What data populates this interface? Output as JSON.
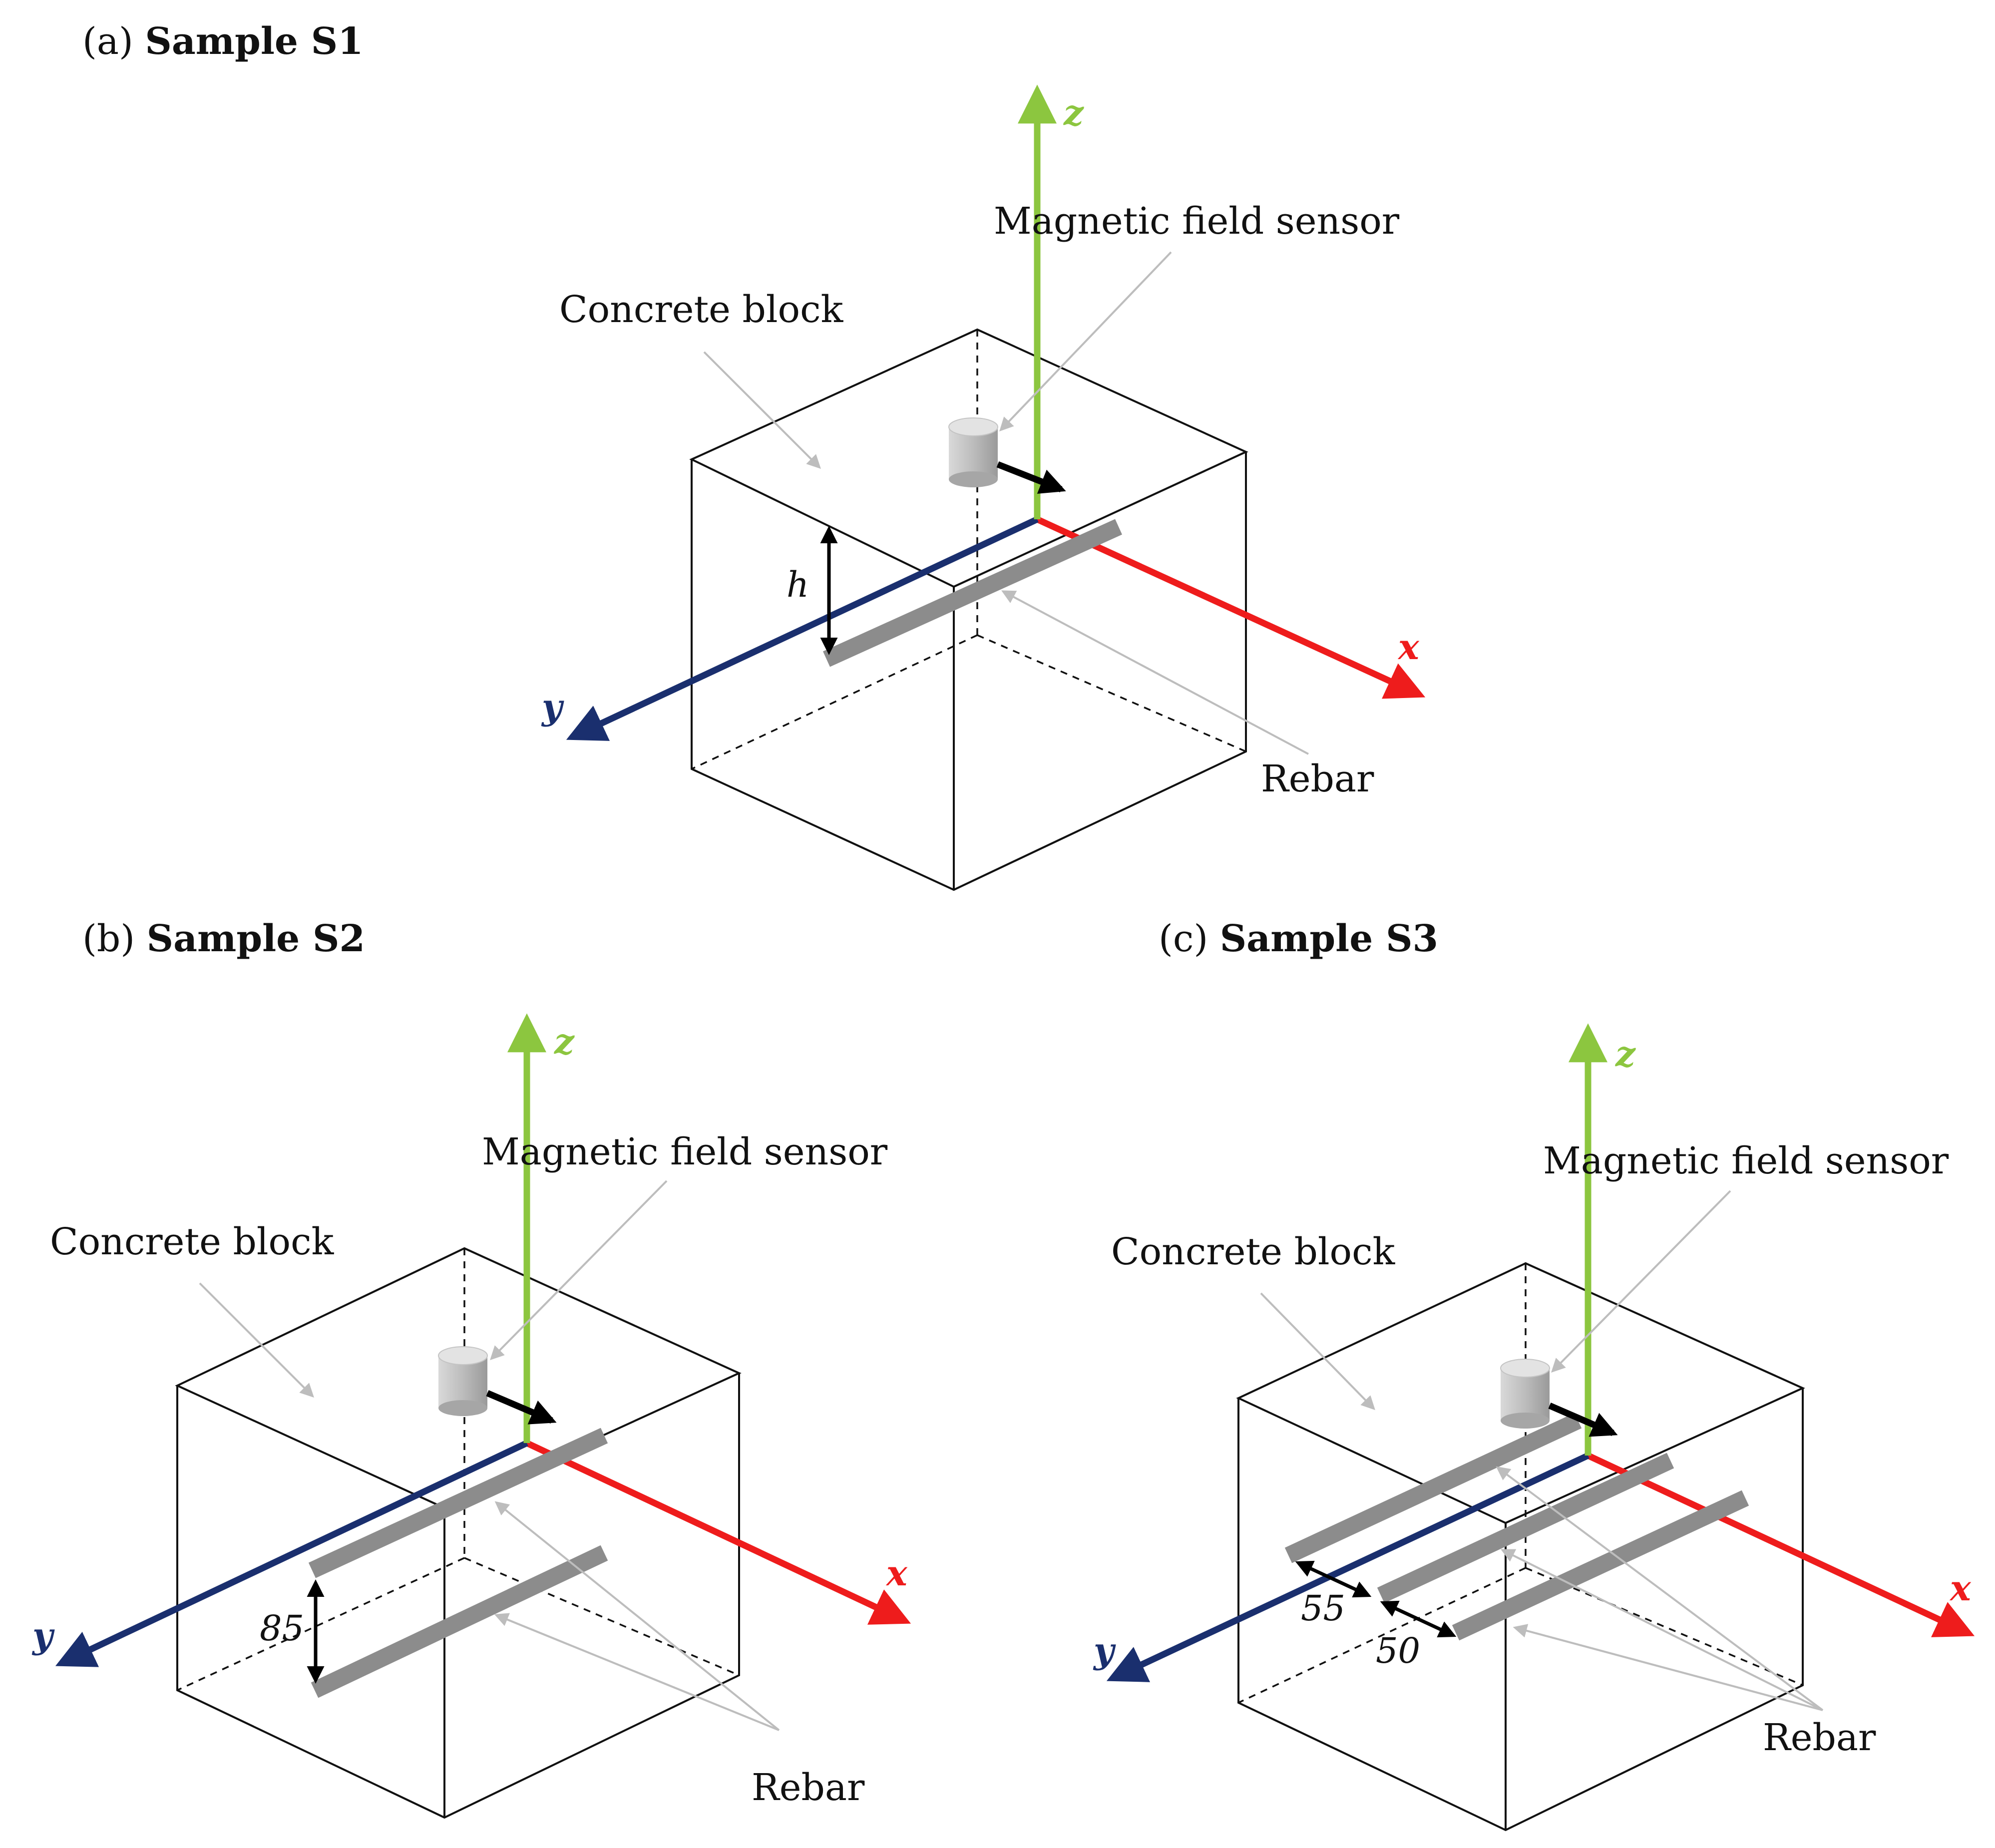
{
  "panels": [
    {
      "id": "a",
      "letter": "(a) ",
      "title": "Sample S1",
      "labels": {
        "concrete": "Concrete block",
        "sensor": "Magnetic field sensor",
        "rebar": "Rebar",
        "dim1": "h"
      }
    },
    {
      "id": "b",
      "letter": "(b) ",
      "title": "Sample S2",
      "labels": {
        "concrete": "Concrete block",
        "sensor": "Magnetic field sensor",
        "rebar": "Rebar",
        "dim1": "85"
      }
    },
    {
      "id": "c",
      "letter": "(c) ",
      "title": "Sample S3",
      "labels": {
        "concrete": "Concrete block",
        "sensor": "Magnetic field sensor",
        "rebar": "Rebar",
        "dim1": "55",
        "dim2": "50"
      }
    }
  ],
  "axes": {
    "x": "x",
    "y": "y",
    "z": "z"
  },
  "colors": {
    "x_axis": "#ee1c1c",
    "y_axis": "#1a2f6e",
    "z_axis": "#8cc63f",
    "rebar": "#8c8c8c",
    "leader": "#bdbdbd",
    "sensor": "#cfcfcf"
  }
}
